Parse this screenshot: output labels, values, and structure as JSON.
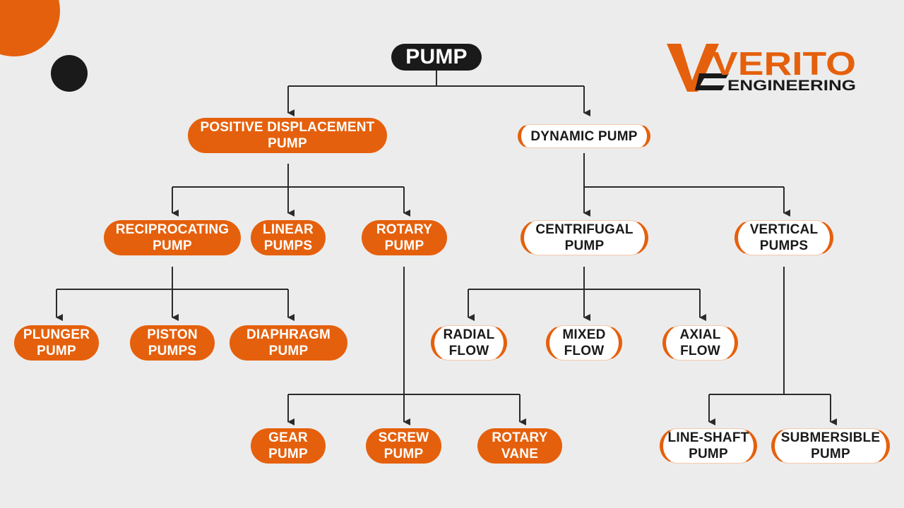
{
  "colors": {
    "accent": "#e5600c",
    "dark": "#1a1a1a",
    "background": "#ececec",
    "node_fill_light": "#ffffff"
  },
  "logo": {
    "brand": "VERITO",
    "sub": "ENGINEERING"
  },
  "nodes": {
    "pump": [
      "PUMP"
    ],
    "positive_displacement": [
      "POSITIVE DISPLACEMENT",
      "PUMP"
    ],
    "dynamic": [
      "DYNAMIC PUMP"
    ],
    "reciprocating": [
      "RECIPROCATING",
      "PUMP"
    ],
    "linear": [
      "LINEAR",
      "PUMPS"
    ],
    "rotary": [
      "ROTARY",
      "PUMP"
    ],
    "centrifugal": [
      "CENTRIFUGAL",
      "PUMP"
    ],
    "vertical": [
      "VERTICAL",
      "PUMPS"
    ],
    "plunger": [
      "PLUNGER",
      "PUMP"
    ],
    "piston": [
      "PISTON",
      "PUMPS"
    ],
    "diaphragm": [
      "DIAPHRAGM",
      "PUMP"
    ],
    "radial": [
      "RADIAL",
      "FLOW"
    ],
    "mixed": [
      "MIXED",
      "FLOW"
    ],
    "axial": [
      "AXIAL",
      "FLOW"
    ],
    "gear": [
      "GEAR",
      "PUMP"
    ],
    "screw": [
      "SCREW",
      "PUMP"
    ],
    "rotary_vane": [
      "ROTARY",
      "VANE"
    ],
    "line_shaft": [
      "LINE-SHAFT",
      "PUMP"
    ],
    "submersible": [
      "SUBMERSIBLE",
      "PUMP"
    ]
  }
}
